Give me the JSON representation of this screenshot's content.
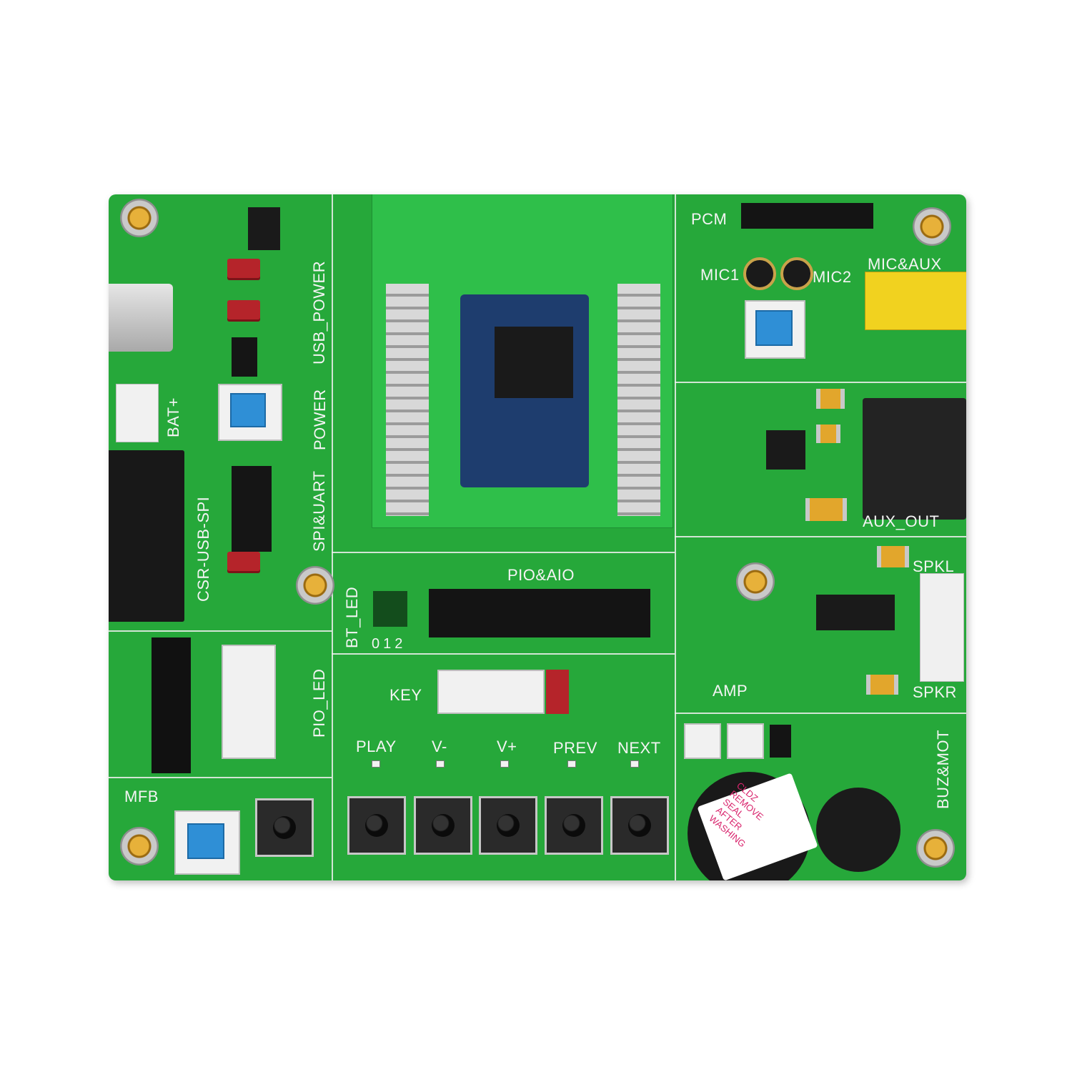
{
  "board": {
    "labels": {
      "pcm": "PCM",
      "mic1": "MIC1",
      "mic2": "MIC2",
      "mic_aux": "MIC&AUX",
      "usb_power": "USB_POWER",
      "bat_plus": "BAT+",
      "power": "POWER",
      "csr_usb_spi": "CSR-USB-SPI",
      "spi_uart": "SPI&UART",
      "aux_out": "AUX_OUT",
      "spkl": "SPKL",
      "spkr": "SPKR",
      "bt_led": "BT_LED",
      "bt_led_nums": "012",
      "pio_aio": "PIO&AIO",
      "key": "KEY",
      "pio_led": "PIO_LED",
      "amp": "AMP",
      "buz_mot": "BUZ&MOT",
      "mfb": "MFB"
    },
    "keys": [
      "PLAY",
      "V-",
      "V+",
      "PREV",
      "NEXT"
    ],
    "buzzer_sticker": [
      "CLDZ",
      "REMOVE",
      "SEAL",
      "AFTER",
      "WASHING"
    ]
  }
}
